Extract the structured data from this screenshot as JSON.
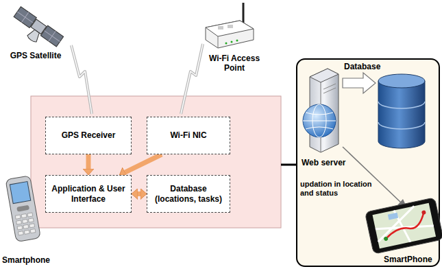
{
  "diagram": {
    "nodes": [
      {
        "text": [
          "GPS Receiver"
        ]
      },
      {
        "text": [
          "Wi-Fi NIC"
        ]
      },
      {
        "text": [
          "Application & User Interface"
        ]
      },
      {
        "text": [
          "Database (locations, tasks)"
        ]
      }
    ],
    "edges": [
      {
        "from": 0,
        "to": 2,
        "arrow": "to"
      },
      {
        "from": 1,
        "to": 2,
        "arrow": "to"
      },
      {
        "from": 2,
        "to": 3,
        "arrow": "both"
      }
    ],
    "labels": [
      "GPS Satellite",
      "Wi-Fi Access Point",
      "Smartphone",
      "Database",
      "Web server",
      "updation in location and status",
      "SmartPhone"
    ]
  }
}
